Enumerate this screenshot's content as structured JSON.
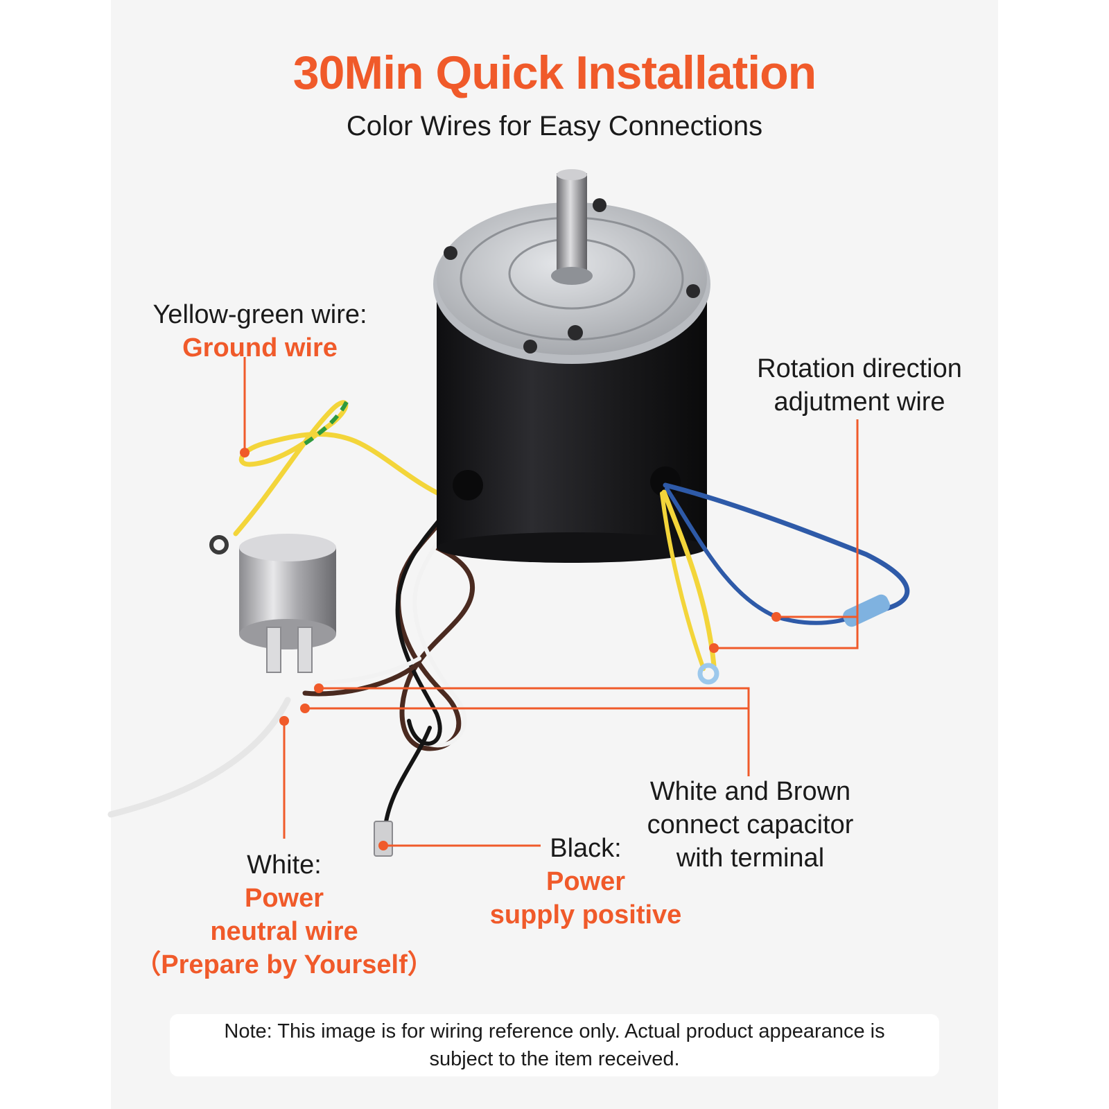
{
  "header": {
    "title": "30Min Quick Installation",
    "subtitle": "Color Wires for Easy Connections"
  },
  "callouts": {
    "ground": {
      "line1": "Yellow-green wire:",
      "line2": "Ground wire"
    },
    "rotation": {
      "line1": "Rotation direction",
      "line2": "adjutment wire"
    },
    "white_brown": {
      "line1": "White and Brown",
      "line2": "connect capacitor",
      "line3": "with terminal"
    },
    "black": {
      "line1": "Black:",
      "line2": "Power",
      "line3": "supply positive"
    },
    "white": {
      "line1": "White:",
      "line2": "Power",
      "line3": "neutral wire",
      "line4": "（Prepare by Yourself）"
    }
  },
  "note": {
    "line1": "Note: This image is for wiring reference only. Actual product appearance is",
    "line2": "subject to the item received."
  },
  "colors": {
    "accent": "#f05a2a",
    "panel": "#f5f5f5",
    "motor_body": "#1c1c1e",
    "yellow_wire": "#f3d53a",
    "green_wire": "#2e9a3e",
    "blue_wire": "#2e5aa8",
    "brown_wire": "#4a2a20"
  }
}
